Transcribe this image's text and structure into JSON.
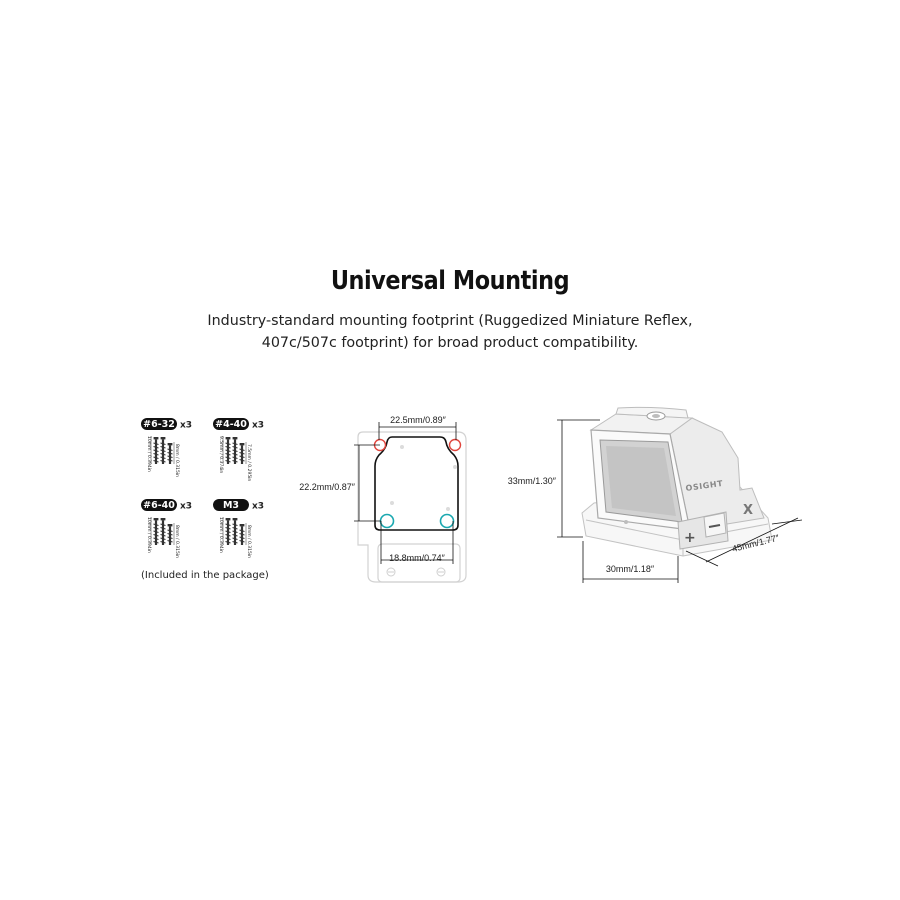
{
  "header": {
    "title": "Universal Mounting",
    "subtitle_line1": "Industry-standard mounting footprint (Ruggedized Miniature Reflex,",
    "subtitle_line2": "407c/507c footprint) for broad product compatibility."
  },
  "screws": {
    "groups": [
      {
        "thread": "#6-32",
        "qty": "x3",
        "lengths": [
          "10mm / 0.394in",
          "8mm / 0.315in"
        ]
      },
      {
        "thread": "#4-40",
        "qty": "x3",
        "lengths": [
          "9.5mm / 0.374in",
          "7.5mm / 0.295in"
        ]
      },
      {
        "thread": "#6-40",
        "qty": "x3",
        "lengths": [
          "10mm / 0.394in",
          "8mm / 0.315in"
        ]
      },
      {
        "thread": "M3",
        "qty": "x3",
        "lengths": [
          "10mm / 0.394in",
          "8mm / 0.315in"
        ]
      }
    ],
    "note": "(Included in the package)"
  },
  "footprint": {
    "width_label": "22.5mm/0.89″",
    "height_label": "22.2mm/0.87″",
    "bottom_label": "18.8mm/0.74″"
  },
  "product": {
    "height_label": "33mm/1.30″",
    "width_label": "30mm/1.18″",
    "depth_label": "45mm/1.77″",
    "brand_text": "OSIGHT",
    "side_mark": "X"
  },
  "colors": {
    "front_hole": "#e0443c",
    "rear_hole": "#1aa8b0",
    "badge": "#111111",
    "outline": "#cfcfcf"
  }
}
